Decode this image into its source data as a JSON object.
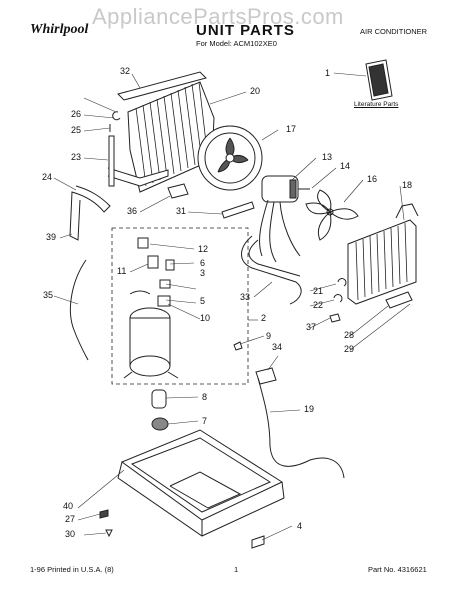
{
  "header": {
    "watermark": "AppliancePartsPros.com",
    "brand": "Whirlpool",
    "title": "UNIT PARTS",
    "model_line": "For Model: ACM102XE0",
    "category": "AIR CONDITIONER"
  },
  "literature_label": "Literature Parts",
  "footer": {
    "print_info": "1-96 Printed in U.S.A. (8)",
    "page": "1",
    "part_no": "Part No. 4316621"
  },
  "callouts": [
    "1",
    "2",
    "3",
    "4",
    "5",
    "6",
    "7",
    "8",
    "9",
    "10",
    "11",
    "12",
    "13",
    "14",
    "16",
    "17",
    "18",
    "19",
    "20",
    "21",
    "22",
    "23",
    "24",
    "25",
    "26",
    "27",
    "28",
    "29",
    "30",
    "31",
    "32",
    "33",
    "34",
    "35",
    "36",
    "37",
    "39",
    "40"
  ]
}
